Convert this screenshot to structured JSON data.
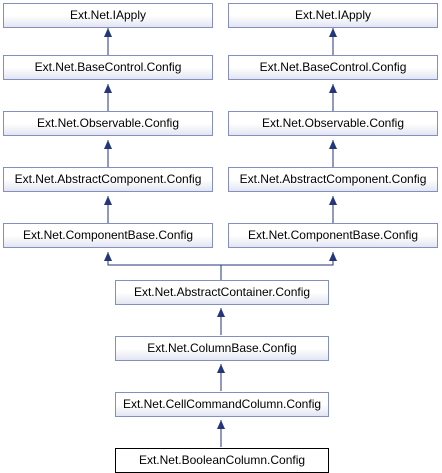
{
  "nodes": {
    "left_iapply": "Ext.Net.IApply",
    "left_basecontrol": "Ext.Net.BaseControl.Config",
    "left_observable": "Ext.Net.Observable.Config",
    "left_abstractcomponent": "Ext.Net.AbstractComponent.Config",
    "left_componentbase": "Ext.Net.ComponentBase.Config",
    "right_iapply": "Ext.Net.IApply",
    "right_basecontrol": "Ext.Net.BaseControl.Config",
    "right_observable": "Ext.Net.Observable.Config",
    "right_abstractcomponent": "Ext.Net.AbstractComponent.Config",
    "right_componentbase": "Ext.Net.ComponentBase.Config",
    "abstractcontainer": "Ext.Net.AbstractContainer.Config",
    "columnbase": "Ext.Net.ColumnBase.Config",
    "cellcommandcolumn": "Ext.Net.CellCommandColumn.Config",
    "booleancolumn": "Ext.Net.BooleanColumn.Config"
  },
  "colors": {
    "edge": "#25357a",
    "node_border": "#848fbf",
    "self_border": "#000000"
  }
}
